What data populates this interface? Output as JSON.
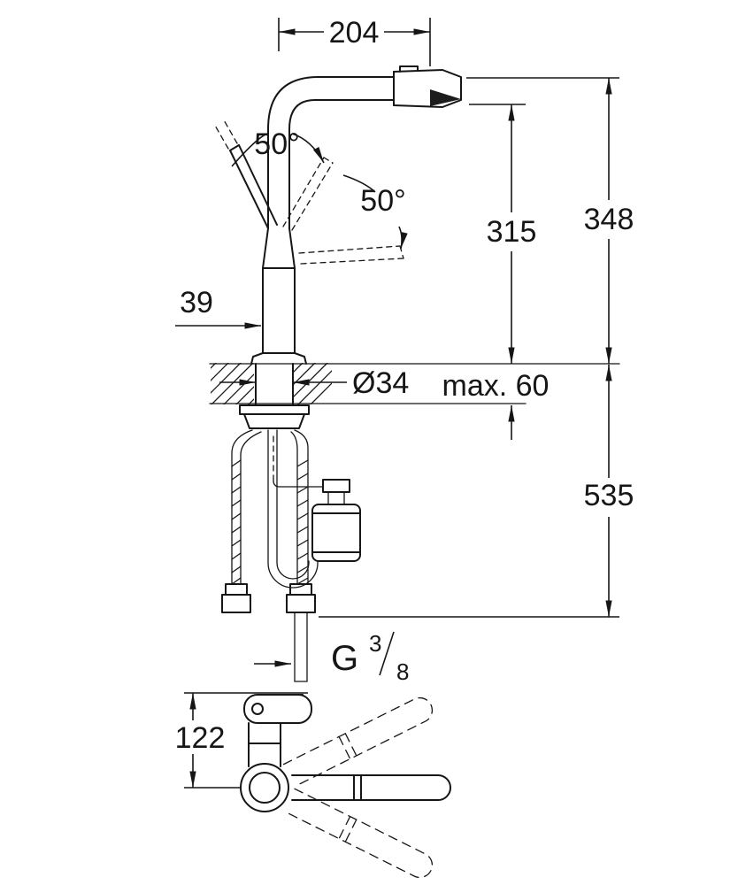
{
  "drawing": {
    "kind": "faucet-installation-dimension-drawing",
    "ink_color": "#161616",
    "background_color": "#ffffff",
    "labels": {
      "spout_reach": "204",
      "angle_left": "50°",
      "angle_right": "50°",
      "aerator_height": "315",
      "total_height": "348",
      "pipe_width": "39",
      "shank_diameter": "Ø34",
      "max_counter_thickness": "max. 60",
      "below_counter_length": "535",
      "thread_prefix": "G",
      "thread_numerator": "3",
      "thread_denominator": "8",
      "handle_projection": "122"
    }
  }
}
